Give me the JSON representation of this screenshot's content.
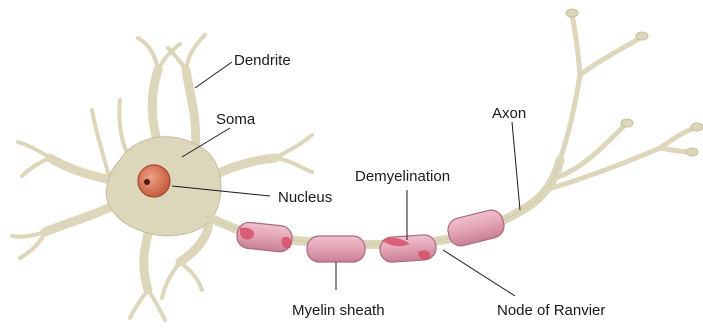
{
  "labels": {
    "dendrite": "Dendrite",
    "soma": "Soma",
    "nucleus": "Nucleus",
    "demyelination": "Demyelination",
    "axon": "Axon",
    "myelin_sheath": "Myelin sheath",
    "node_of_ranvier": "Node of Ranvier"
  },
  "colors": {
    "cell_fill": "#dcd6ba",
    "cell_stroke": "#c4bd9c",
    "nucleus_fill": "#d9785a",
    "nucleus_stroke": "#a9472d",
    "nucleolus": "#4a1c12",
    "myelin_fill": "#e2a2b4",
    "myelin_stroke": "#a86a7d",
    "demyelination_fill": "#d8506c",
    "leader_line": "#1a1a1a"
  }
}
